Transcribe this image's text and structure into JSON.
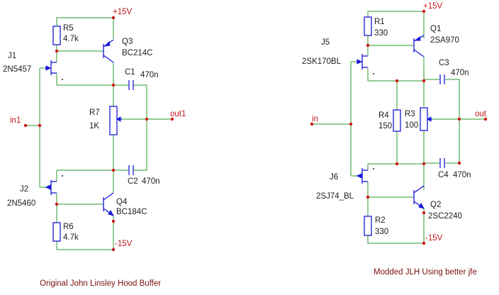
{
  "left": {
    "supply_pos": "+15V",
    "supply_neg": "-15V",
    "r5": {
      "name": "R5",
      "value": "4.7k"
    },
    "q3": {
      "name": "Q3",
      "value": "BC214C"
    },
    "j1": {
      "name": "J1",
      "value": "2N5457"
    },
    "c1": {
      "name": "C1",
      "value": "470n"
    },
    "r7": {
      "name": "R7",
      "value": "1K"
    },
    "input": "in1",
    "output": "out1",
    "c2": {
      "name": "C2",
      "value": "470n"
    },
    "j2": {
      "name": "J2",
      "value": "2N5460"
    },
    "q4": {
      "name": "Q4",
      "value": "BC184C"
    },
    "r6": {
      "name": "R6",
      "value": "4.7k"
    },
    "caption": "Original John Linsley Hood Buffer"
  },
  "right": {
    "supply_pos": "+15V",
    "supply_neg": "-15V",
    "r1": {
      "name": "R1",
      "value": "330"
    },
    "q1": {
      "name": "Q1",
      "value": "2SA970"
    },
    "j5": {
      "name": "J5",
      "value": "2SK170BL"
    },
    "c3": {
      "name": "C3",
      "value": "470n"
    },
    "r4": {
      "name": "R4",
      "value": "150"
    },
    "r3": {
      "name": "R3",
      "value": "100"
    },
    "input": "in",
    "output": "out",
    "c4": {
      "name": "C4",
      "value": "470n"
    },
    "j6": {
      "name": "J6",
      "value": "2SJ74_BL"
    },
    "q2": {
      "name": "Q2",
      "value": "2SC2240"
    },
    "r2": {
      "name": "R2",
      "value": "330"
    },
    "caption": "Modded JLH Using better jfe"
  }
}
